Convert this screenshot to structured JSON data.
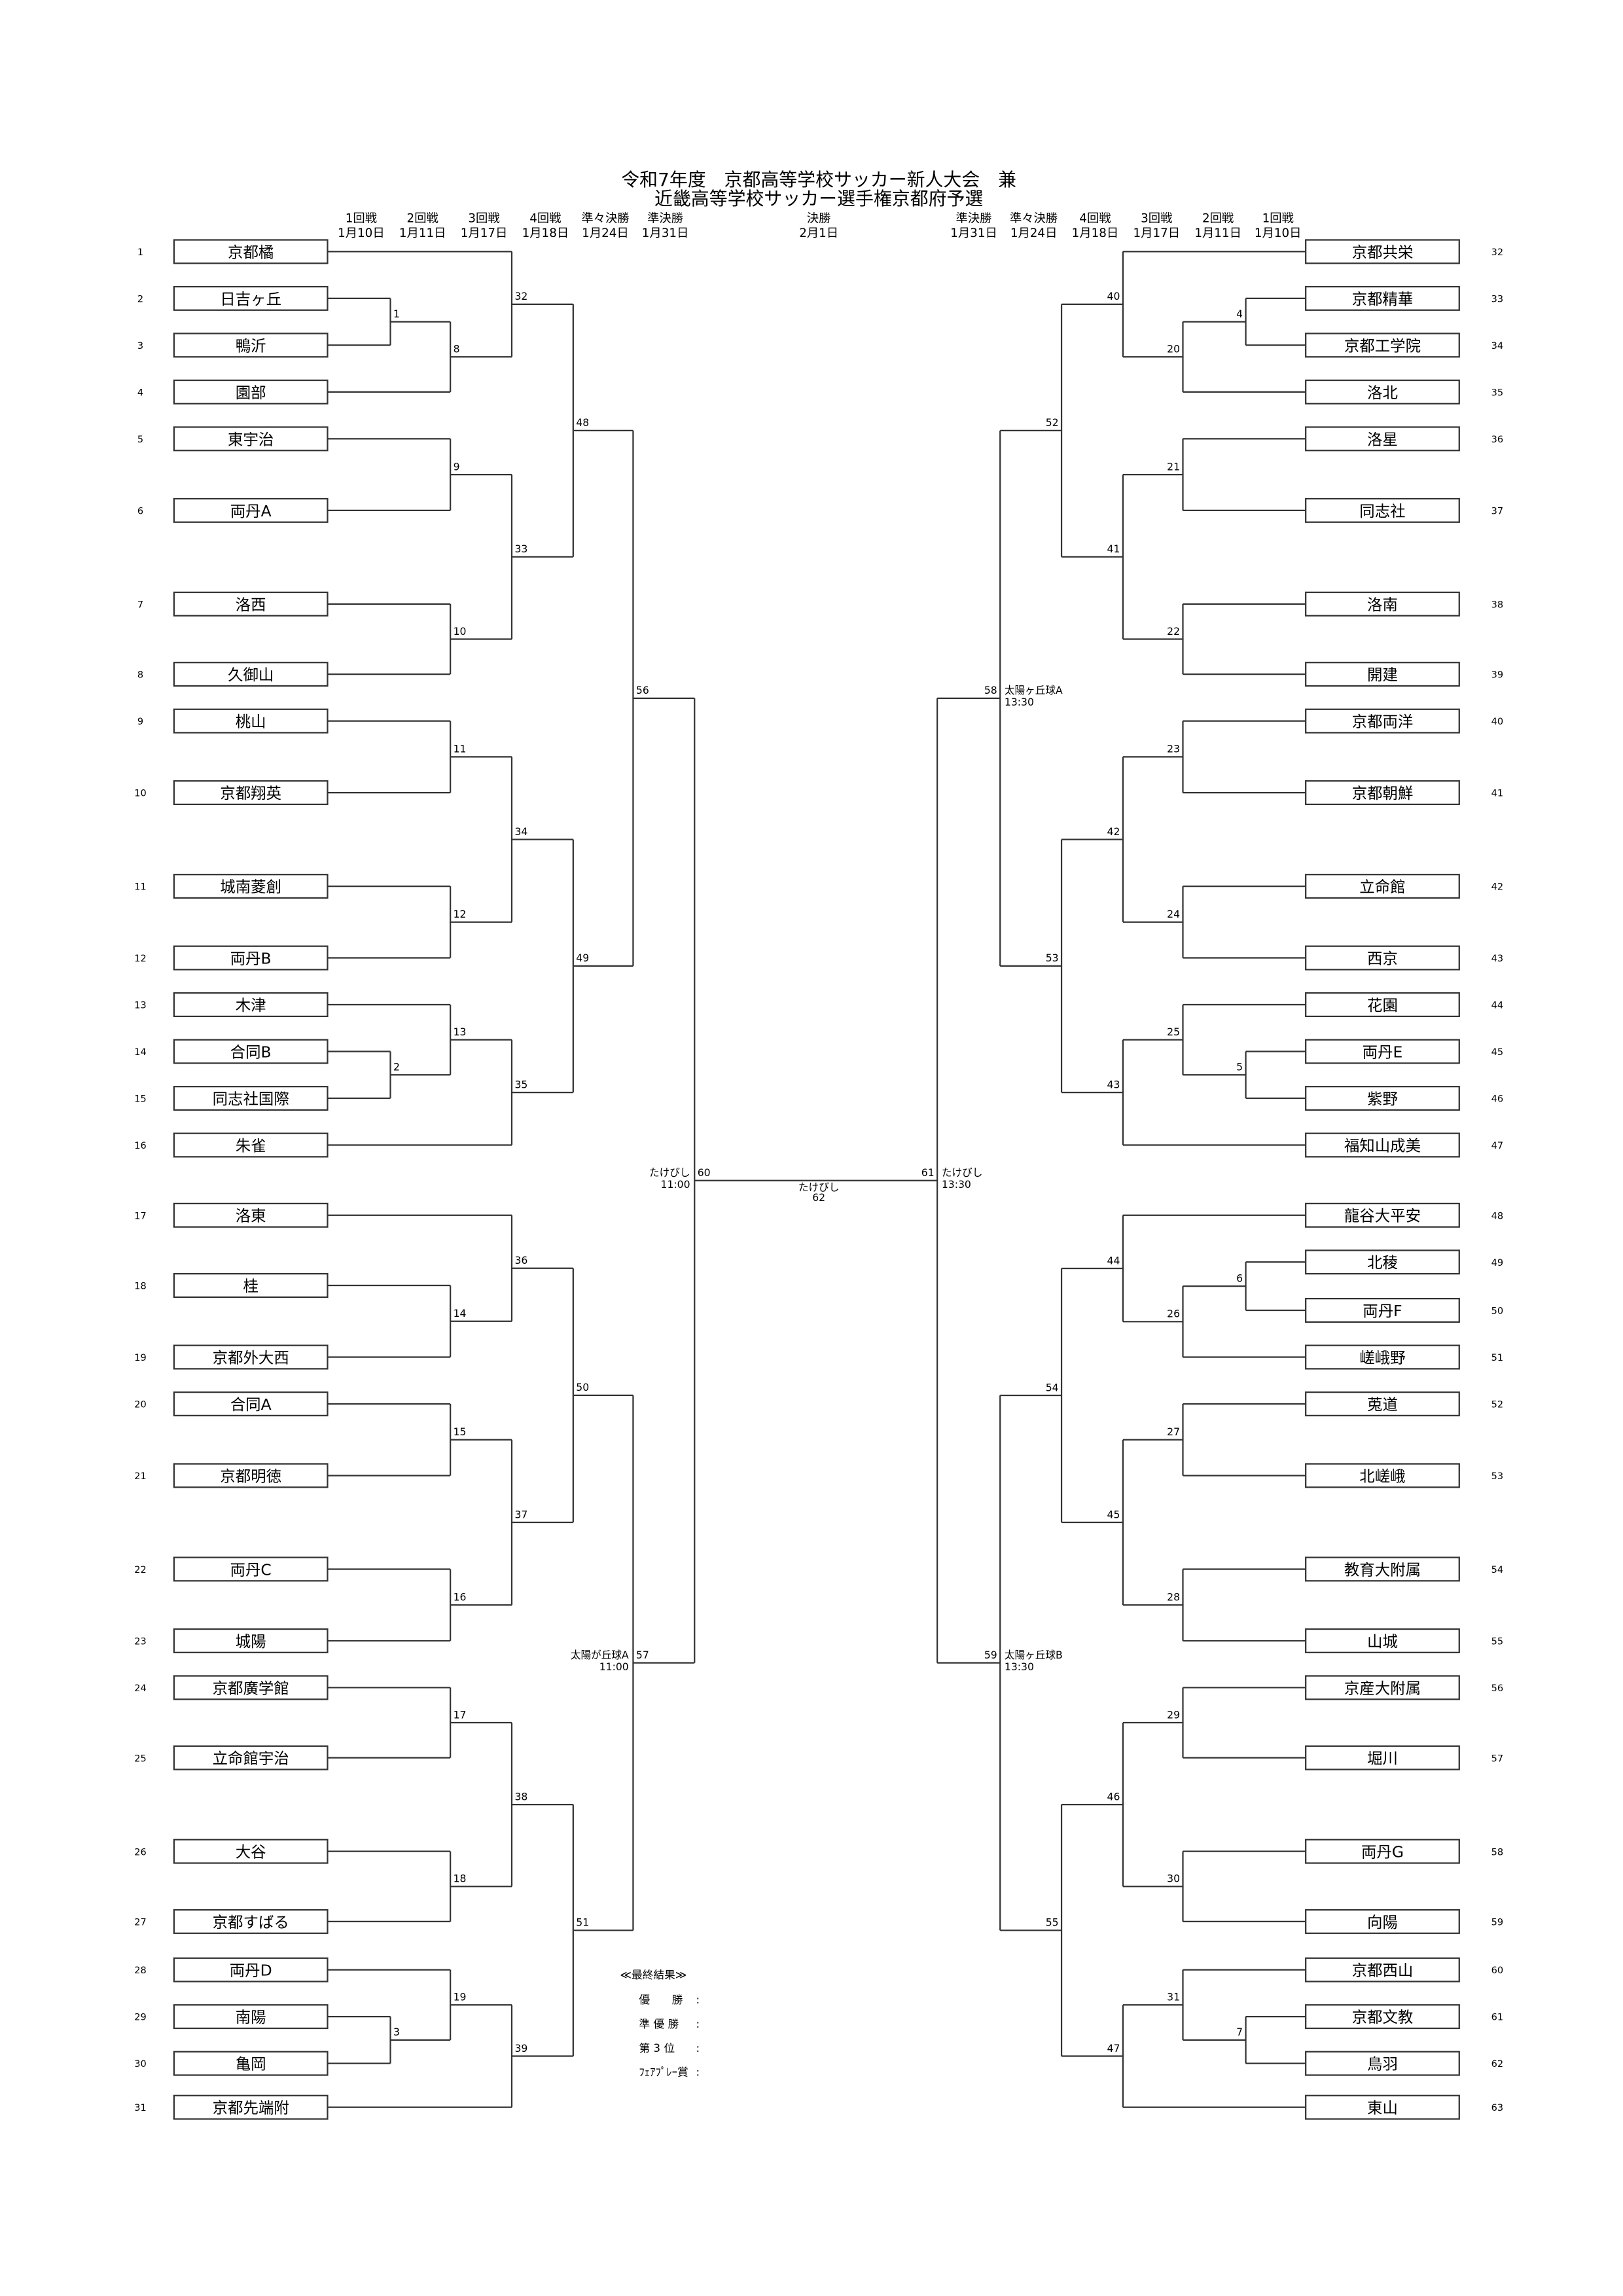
{
  "title": {
    "line1": "令和7年度　京都高等学校サッカー新人大会　兼",
    "line2": "近畿高等学校サッカー選手権京都府予選"
  },
  "rounds_left": [
    {
      "name": "1回戦",
      "date": "1月10日"
    },
    {
      "name": "2回戦",
      "date": "1月11日"
    },
    {
      "name": "3回戦",
      "date": "1月17日"
    },
    {
      "name": "4回戦",
      "date": "1月18日"
    },
    {
      "name": "準々決勝",
      "date": "1月24日"
    },
    {
      "name": "準決勝",
      "date": "1月31日"
    }
  ],
  "final_round": {
    "name": "決勝",
    "date": "2月1日"
  },
  "rounds_right": [
    {
      "name": "準決勝",
      "date": "1月31日"
    },
    {
      "name": "準々決勝",
      "date": "1月24日"
    },
    {
      "name": "4回戦",
      "date": "1月18日"
    },
    {
      "name": "3回戦",
      "date": "1月17日"
    },
    {
      "name": "2回戦",
      "date": "1月11日"
    },
    {
      "name": "1回戦",
      "date": "1月10日"
    }
  ],
  "teams": [
    {
      "no": "1",
      "name": "京都橘"
    },
    {
      "no": "2",
      "name": "日吉ヶ丘"
    },
    {
      "no": "3",
      "name": "鴨沂"
    },
    {
      "no": "4",
      "name": "園部"
    },
    {
      "no": "5",
      "name": "東宇治"
    },
    {
      "no": "6",
      "name": "両丹A"
    },
    {
      "no": "7",
      "name": "洛西"
    },
    {
      "no": "8",
      "name": "久御山"
    },
    {
      "no": "9",
      "name": "桃山"
    },
    {
      "no": "10",
      "name": "京都翔英"
    },
    {
      "no": "11",
      "name": "城南菱創"
    },
    {
      "no": "12",
      "name": "両丹B"
    },
    {
      "no": "13",
      "name": "木津"
    },
    {
      "no": "14",
      "name": "合同B"
    },
    {
      "no": "15",
      "name": "同志社国際"
    },
    {
      "no": "16",
      "name": "朱雀"
    },
    {
      "no": "17",
      "name": "洛東"
    },
    {
      "no": "18",
      "name": "桂"
    },
    {
      "no": "19",
      "name": "京都外大西"
    },
    {
      "no": "20",
      "name": "合同A"
    },
    {
      "no": "21",
      "name": "京都明徳"
    },
    {
      "no": "22",
      "name": "両丹C"
    },
    {
      "no": "23",
      "name": "城陽"
    },
    {
      "no": "24",
      "name": "京都廣学館"
    },
    {
      "no": "25",
      "name": "立命館宇治"
    },
    {
      "no": "26",
      "name": "大谷"
    },
    {
      "no": "27",
      "name": "京都すばる"
    },
    {
      "no": "28",
      "name": "両丹D"
    },
    {
      "no": "29",
      "name": "南陽"
    },
    {
      "no": "30",
      "name": "亀岡"
    },
    {
      "no": "31",
      "name": "京都先端附"
    },
    {
      "no": "32",
      "name": "京都共栄"
    },
    {
      "no": "33",
      "name": "京都精華"
    },
    {
      "no": "34",
      "name": "京都工学院"
    },
    {
      "no": "35",
      "name": "洛北"
    },
    {
      "no": "36",
      "name": "洛星"
    },
    {
      "no": "37",
      "name": "同志社"
    },
    {
      "no": "38",
      "name": "洛南"
    },
    {
      "no": "39",
      "name": "開建"
    },
    {
      "no": "40",
      "name": "京都両洋"
    },
    {
      "no": "41",
      "name": "京都朝鮮"
    },
    {
      "no": "42",
      "name": "立命館"
    },
    {
      "no": "43",
      "name": "西京"
    },
    {
      "no": "44",
      "name": "花園"
    },
    {
      "no": "45",
      "name": "両丹E"
    },
    {
      "no": "46",
      "name": "紫野"
    },
    {
      "no": "47",
      "name": "福知山成美"
    },
    {
      "no": "48",
      "name": "龍谷大平安"
    },
    {
      "no": "49",
      "name": "北稜"
    },
    {
      "no": "50",
      "name": "両丹F"
    },
    {
      "no": "51",
      "name": "嵯峨野"
    },
    {
      "no": "52",
      "name": "莵道"
    },
    {
      "no": "53",
      "name": "北嵯峨"
    },
    {
      "no": "54",
      "name": "教育大附属"
    },
    {
      "no": "55",
      "name": "山城"
    },
    {
      "no": "56",
      "name": "京産大附属"
    },
    {
      "no": "57",
      "name": "堀川"
    },
    {
      "no": "58",
      "name": "両丹G"
    },
    {
      "no": "59",
      "name": "向陽"
    },
    {
      "no": "60",
      "name": "京都西山"
    },
    {
      "no": "61",
      "name": "京都文教"
    },
    {
      "no": "62",
      "name": "鳥羽"
    },
    {
      "no": "63",
      "name": "東山"
    }
  ],
  "matches": [
    {
      "no": "1",
      "a": "t2",
      "b": "t3",
      "lv": 1
    },
    {
      "no": "2",
      "a": "t14",
      "b": "t15",
      "lv": 1
    },
    {
      "no": "3",
      "a": "t29",
      "b": "t30",
      "lv": 1
    },
    {
      "no": "4",
      "a": "t33",
      "b": "t34",
      "lv": 1
    },
    {
      "no": "5",
      "a": "t45",
      "b": "t46",
      "lv": 1
    },
    {
      "no": "6",
      "a": "t49",
      "b": "t50",
      "lv": 1
    },
    {
      "no": "7",
      "a": "t61",
      "b": "t62",
      "lv": 1
    },
    {
      "no": "8",
      "a": "m1",
      "b": "t4",
      "lv": 2
    },
    {
      "no": "9",
      "a": "t5",
      "b": "t6",
      "lv": 2
    },
    {
      "no": "10",
      "a": "t7",
      "b": "t8",
      "lv": 2
    },
    {
      "no": "11",
      "a": "t9",
      "b": "t10",
      "lv": 2
    },
    {
      "no": "12",
      "a": "t11",
      "b": "t12",
      "lv": 2
    },
    {
      "no": "13",
      "a": "t13",
      "b": "m2",
      "lv": 2
    },
    {
      "no": "14",
      "a": "t18",
      "b": "t19",
      "lv": 2
    },
    {
      "no": "15",
      "a": "t20",
      "b": "t21",
      "lv": 2
    },
    {
      "no": "16",
      "a": "t22",
      "b": "t23",
      "lv": 2
    },
    {
      "no": "17",
      "a": "t24",
      "b": "t25",
      "lv": 2
    },
    {
      "no": "18",
      "a": "t26",
      "b": "t27",
      "lv": 2
    },
    {
      "no": "19",
      "a": "t28",
      "b": "m3",
      "lv": 2
    },
    {
      "no": "20",
      "a": "m4",
      "b": "t35",
      "lv": 2
    },
    {
      "no": "21",
      "a": "t36",
      "b": "t37",
      "lv": 2
    },
    {
      "no": "22",
      "a": "t38",
      "b": "t39",
      "lv": 2
    },
    {
      "no": "23",
      "a": "t40",
      "b": "t41",
      "lv": 2
    },
    {
      "no": "24",
      "a": "t42",
      "b": "t43",
      "lv": 2
    },
    {
      "no": "25",
      "a": "t44",
      "b": "m5",
      "lv": 2
    },
    {
      "no": "26",
      "a": "m6",
      "b": "t51",
      "lv": 2
    },
    {
      "no": "27",
      "a": "t52",
      "b": "t53",
      "lv": 2
    },
    {
      "no": "28",
      "a": "t54",
      "b": "t55",
      "lv": 2
    },
    {
      "no": "29",
      "a": "t56",
      "b": "t57",
      "lv": 2
    },
    {
      "no": "30",
      "a": "t58",
      "b": "t59",
      "lv": 2
    },
    {
      "no": "31",
      "a": "t60",
      "b": "m7",
      "lv": 2
    },
    {
      "no": "32",
      "a": "t1",
      "b": "m8",
      "lv": 3
    },
    {
      "no": "33",
      "a": "m9",
      "b": "m10",
      "lv": 3
    },
    {
      "no": "34",
      "a": "m11",
      "b": "m12",
      "lv": 3
    },
    {
      "no": "35",
      "a": "m13",
      "b": "t16",
      "lv": 3
    },
    {
      "no": "36",
      "a": "t17",
      "b": "m14",
      "lv": 3
    },
    {
      "no": "37",
      "a": "m15",
      "b": "m16",
      "lv": 3
    },
    {
      "no": "38",
      "a": "m17",
      "b": "m18",
      "lv": 3
    },
    {
      "no": "39",
      "a": "m19",
      "b": "t31",
      "lv": 3
    },
    {
      "no": "40",
      "a": "t32",
      "b": "m20",
      "lv": 3
    },
    {
      "no": "41",
      "a": "m21",
      "b": "m22",
      "lv": 3
    },
    {
      "no": "42",
      "a": "m23",
      "b": "m24",
      "lv": 3
    },
    {
      "no": "43",
      "a": "m25",
      "b": "t47",
      "lv": 3
    },
    {
      "no": "44",
      "a": "t48",
      "b": "m26",
      "lv": 3
    },
    {
      "no": "45",
      "a": "m27",
      "b": "m28",
      "lv": 3
    },
    {
      "no": "46",
      "a": "m29",
      "b": "m30",
      "lv": 3
    },
    {
      "no": "47",
      "a": "m31",
      "b": "t63",
      "lv": 3
    },
    {
      "no": "48",
      "a": "m32",
      "b": "m33",
      "lv": 4
    },
    {
      "no": "49",
      "a": "m34",
      "b": "m35",
      "lv": 4
    },
    {
      "no": "50",
      "a": "m36",
      "b": "m37",
      "lv": 4
    },
    {
      "no": "51",
      "a": "m38",
      "b": "m39",
      "lv": 4
    },
    {
      "no": "52",
      "a": "m40",
      "b": "m41",
      "lv": 4
    },
    {
      "no": "53",
      "a": "m42",
      "b": "m43",
      "lv": 4
    },
    {
      "no": "54",
      "a": "m44",
      "b": "m45",
      "lv": 4
    },
    {
      "no": "55",
      "a": "m46",
      "b": "m47",
      "lv": 4
    },
    {
      "no": "56",
      "a": "m48",
      "b": "m49",
      "lv": 5
    },
    {
      "no": "57",
      "a": "m50",
      "b": "m51",
      "lv": 5,
      "venue": "太陽が丘球A",
      "time": "11:00"
    },
    {
      "no": "58",
      "a": "m52",
      "b": "m53",
      "lv": 5,
      "venue": "太陽ヶ丘球A",
      "time": "13:30"
    },
    {
      "no": "59",
      "a": "m54",
      "b": "m55",
      "lv": 5,
      "venue": "太陽ヶ丘球B",
      "time": "13:30"
    },
    {
      "no": "60",
      "a": "m56",
      "b": "m57",
      "lv": 6,
      "venue": "たけびし",
      "time": "11:00"
    },
    {
      "no": "61",
      "a": "m58",
      "b": "m59",
      "lv": 6,
      "venue": "たけびし",
      "time": "13:30"
    }
  ],
  "final": {
    "no": "62",
    "venue": "たけびし"
  },
  "results": {
    "heading": "≪最終結果≫",
    "rows": [
      {
        "label": "優　　勝",
        "colon": ":"
      },
      {
        "label": "準 優 勝",
        "colon": ":"
      },
      {
        "label": "第 3 位",
        "colon": ":"
      },
      {
        "label": "ﾌｪｱﾌﾟﾚｰ賞",
        "colon": ":"
      }
    ]
  }
}
